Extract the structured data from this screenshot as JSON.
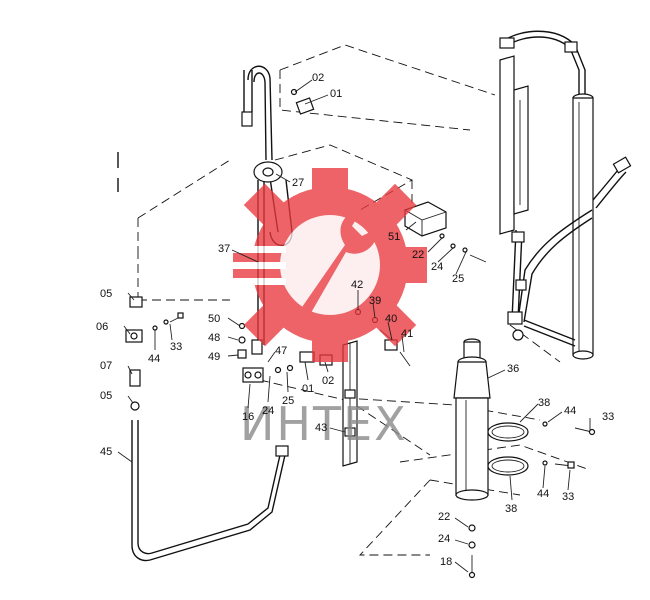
{
  "watermark": {
    "text": "ИНТЕХ",
    "color": "#e8383d",
    "icon": "gear-wrench-logo"
  },
  "callouts": [
    {
      "id": "c01a",
      "label": "01"
    },
    {
      "id": "c02a",
      "label": "02"
    },
    {
      "id": "c27",
      "label": "27"
    },
    {
      "id": "c37",
      "label": "37"
    },
    {
      "id": "c51",
      "label": "51"
    },
    {
      "id": "c22a",
      "label": "22"
    },
    {
      "id": "c24a",
      "label": "24"
    },
    {
      "id": "c25a",
      "label": "25"
    },
    {
      "id": "c05a",
      "label": "05"
    },
    {
      "id": "c06",
      "label": "06"
    },
    {
      "id": "c44a",
      "label": "44"
    },
    {
      "id": "c33a",
      "label": "33"
    },
    {
      "id": "c50",
      "label": "50"
    },
    {
      "id": "c48",
      "label": "48"
    },
    {
      "id": "c49",
      "label": "49"
    },
    {
      "id": "c42",
      "label": "42"
    },
    {
      "id": "c39",
      "label": "39"
    },
    {
      "id": "c40",
      "label": "40"
    },
    {
      "id": "c41",
      "label": "41"
    },
    {
      "id": "c47",
      "label": "47"
    },
    {
      "id": "c07",
      "label": "07"
    },
    {
      "id": "c05b",
      "label": "05"
    },
    {
      "id": "c01b",
      "label": "01"
    },
    {
      "id": "c02b",
      "label": "02"
    },
    {
      "id": "c25b",
      "label": "25"
    },
    {
      "id": "c24b",
      "label": "24"
    },
    {
      "id": "c16",
      "label": "16"
    },
    {
      "id": "c43",
      "label": "43"
    },
    {
      "id": "c36",
      "label": "36"
    },
    {
      "id": "c38a",
      "label": "38"
    },
    {
      "id": "c44b",
      "label": "44"
    },
    {
      "id": "c33b",
      "label": "33"
    },
    {
      "id": "c45",
      "label": "45"
    },
    {
      "id": "c38b",
      "label": "38"
    },
    {
      "id": "c44c",
      "label": "44"
    },
    {
      "id": "c33c",
      "label": "33"
    },
    {
      "id": "c22b",
      "label": "22"
    },
    {
      "id": "c24c",
      "label": "24"
    },
    {
      "id": "c18",
      "label": "18"
    }
  ]
}
